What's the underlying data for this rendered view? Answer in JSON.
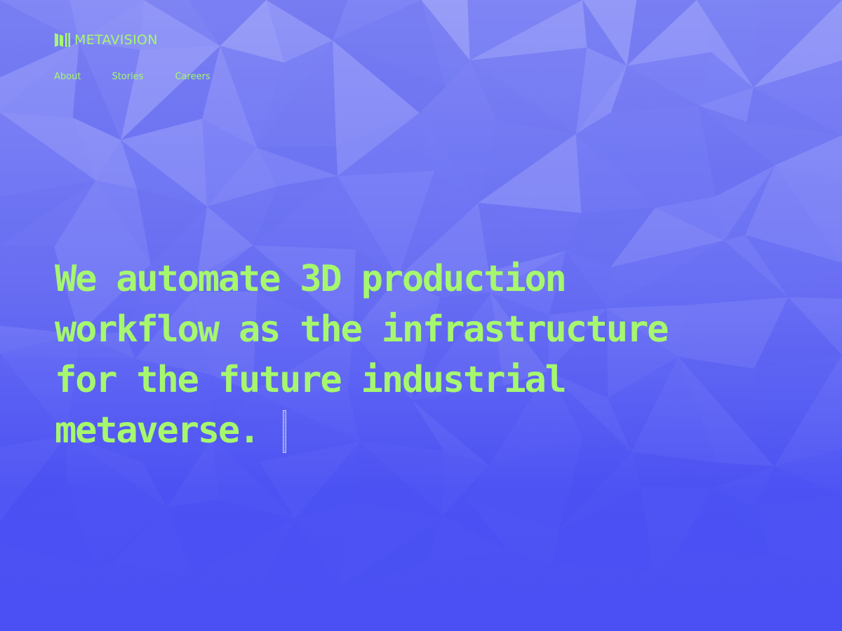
{
  "brand": {
    "name": "METAVISION",
    "logo_icon": "metavision-logo-icon"
  },
  "nav": {
    "items": [
      {
        "label": "About"
      },
      {
        "label": "Stories"
      },
      {
        "label": "Careers"
      }
    ]
  },
  "hero": {
    "lines": [
      "We automate 3D production",
      "workflow as the infrastructure",
      "for the future industrial",
      "metaverse."
    ]
  },
  "colors": {
    "accent": "#a6f76e",
    "background": "#4a50f3",
    "background_light": "#8a8ff6"
  }
}
